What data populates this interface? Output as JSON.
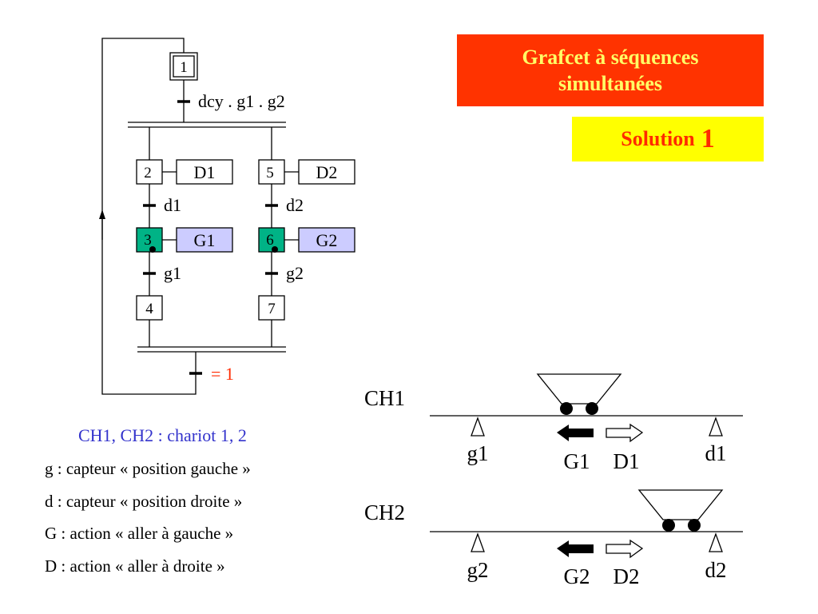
{
  "title": {
    "line1": "Grafcet à séquences",
    "line2": "simultanées"
  },
  "solution": {
    "label": "Solution",
    "number": "1"
  },
  "grafcet": {
    "initial_step": "1",
    "transition_start": "dcy . g1 . g2",
    "branch_left": {
      "steps": [
        "2",
        "3",
        "4"
      ],
      "actions": [
        "D1",
        "G1"
      ],
      "transitions": [
        "d1",
        "g1"
      ]
    },
    "branch_right": {
      "steps": [
        "5",
        "6",
        "7"
      ],
      "actions": [
        "D2",
        "G2"
      ],
      "transitions": [
        "d2",
        "g2"
      ]
    },
    "transition_end": "= 1"
  },
  "legend": {
    "title": "CH1, CH2 : chariot 1, 2",
    "lines": [
      "g : capteur « position gauche »",
      "d : capteur « position droite »",
      "G : action « aller à gauche »",
      "D : action « aller à droite »"
    ]
  },
  "tracks": [
    {
      "name": "CH1",
      "sensor_left": "g1",
      "sensor_right": "d1",
      "action_left": "G1",
      "action_right": "D1"
    },
    {
      "name": "CH2",
      "sensor_left": "g2",
      "sensor_right": "d2",
      "action_left": "G2",
      "action_right": "D2"
    }
  ],
  "colors": {
    "title_bg": "#ff3300",
    "title_text": "#ffff66",
    "solution_bg": "#ffff00",
    "solution_text": "#ff2a00",
    "active_step": "#00b386",
    "action_box": "#ccccff",
    "legend_title": "#3333cc",
    "transition_end": "#ff2a00"
  }
}
